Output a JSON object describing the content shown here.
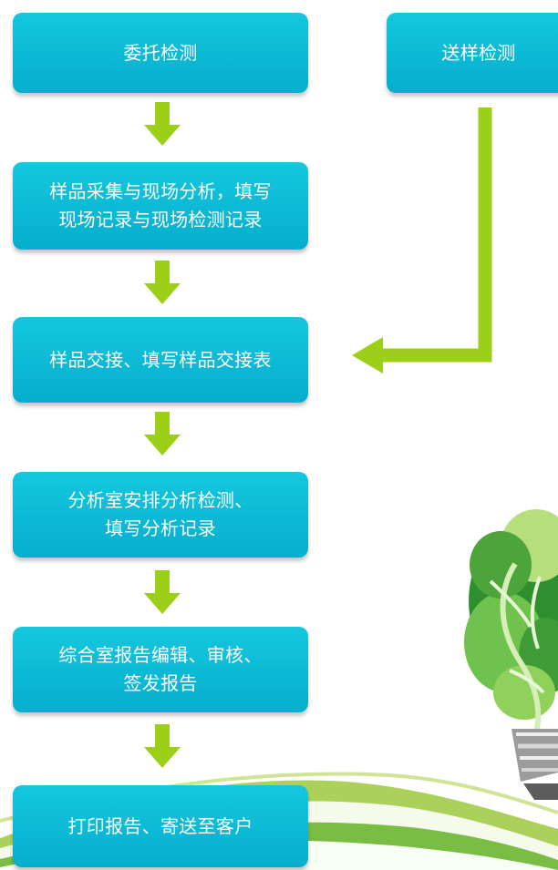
{
  "flowchart": {
    "steps": [
      {
        "label": "委托检测"
      },
      {
        "label": "样品采集与现场分析，填写\n现场记录与现场检测记录"
      },
      {
        "label": "样品交接、填写样品交接表"
      },
      {
        "label": "分析室安排分析检测、\n填写分析记录"
      },
      {
        "label": "综合室报告编辑、审核、\n签发报告"
      },
      {
        "label": "打印报告、寄送至客户"
      }
    ],
    "side_step": {
      "label": "送样检测"
    }
  },
  "colors": {
    "box_fill": "#0ebfd8",
    "arrow_fill": "#9ccf17",
    "text": "#ffffff"
  },
  "decoration": {
    "icons": [
      "lightbulb-tree-icon",
      "green-wave-icon"
    ]
  }
}
